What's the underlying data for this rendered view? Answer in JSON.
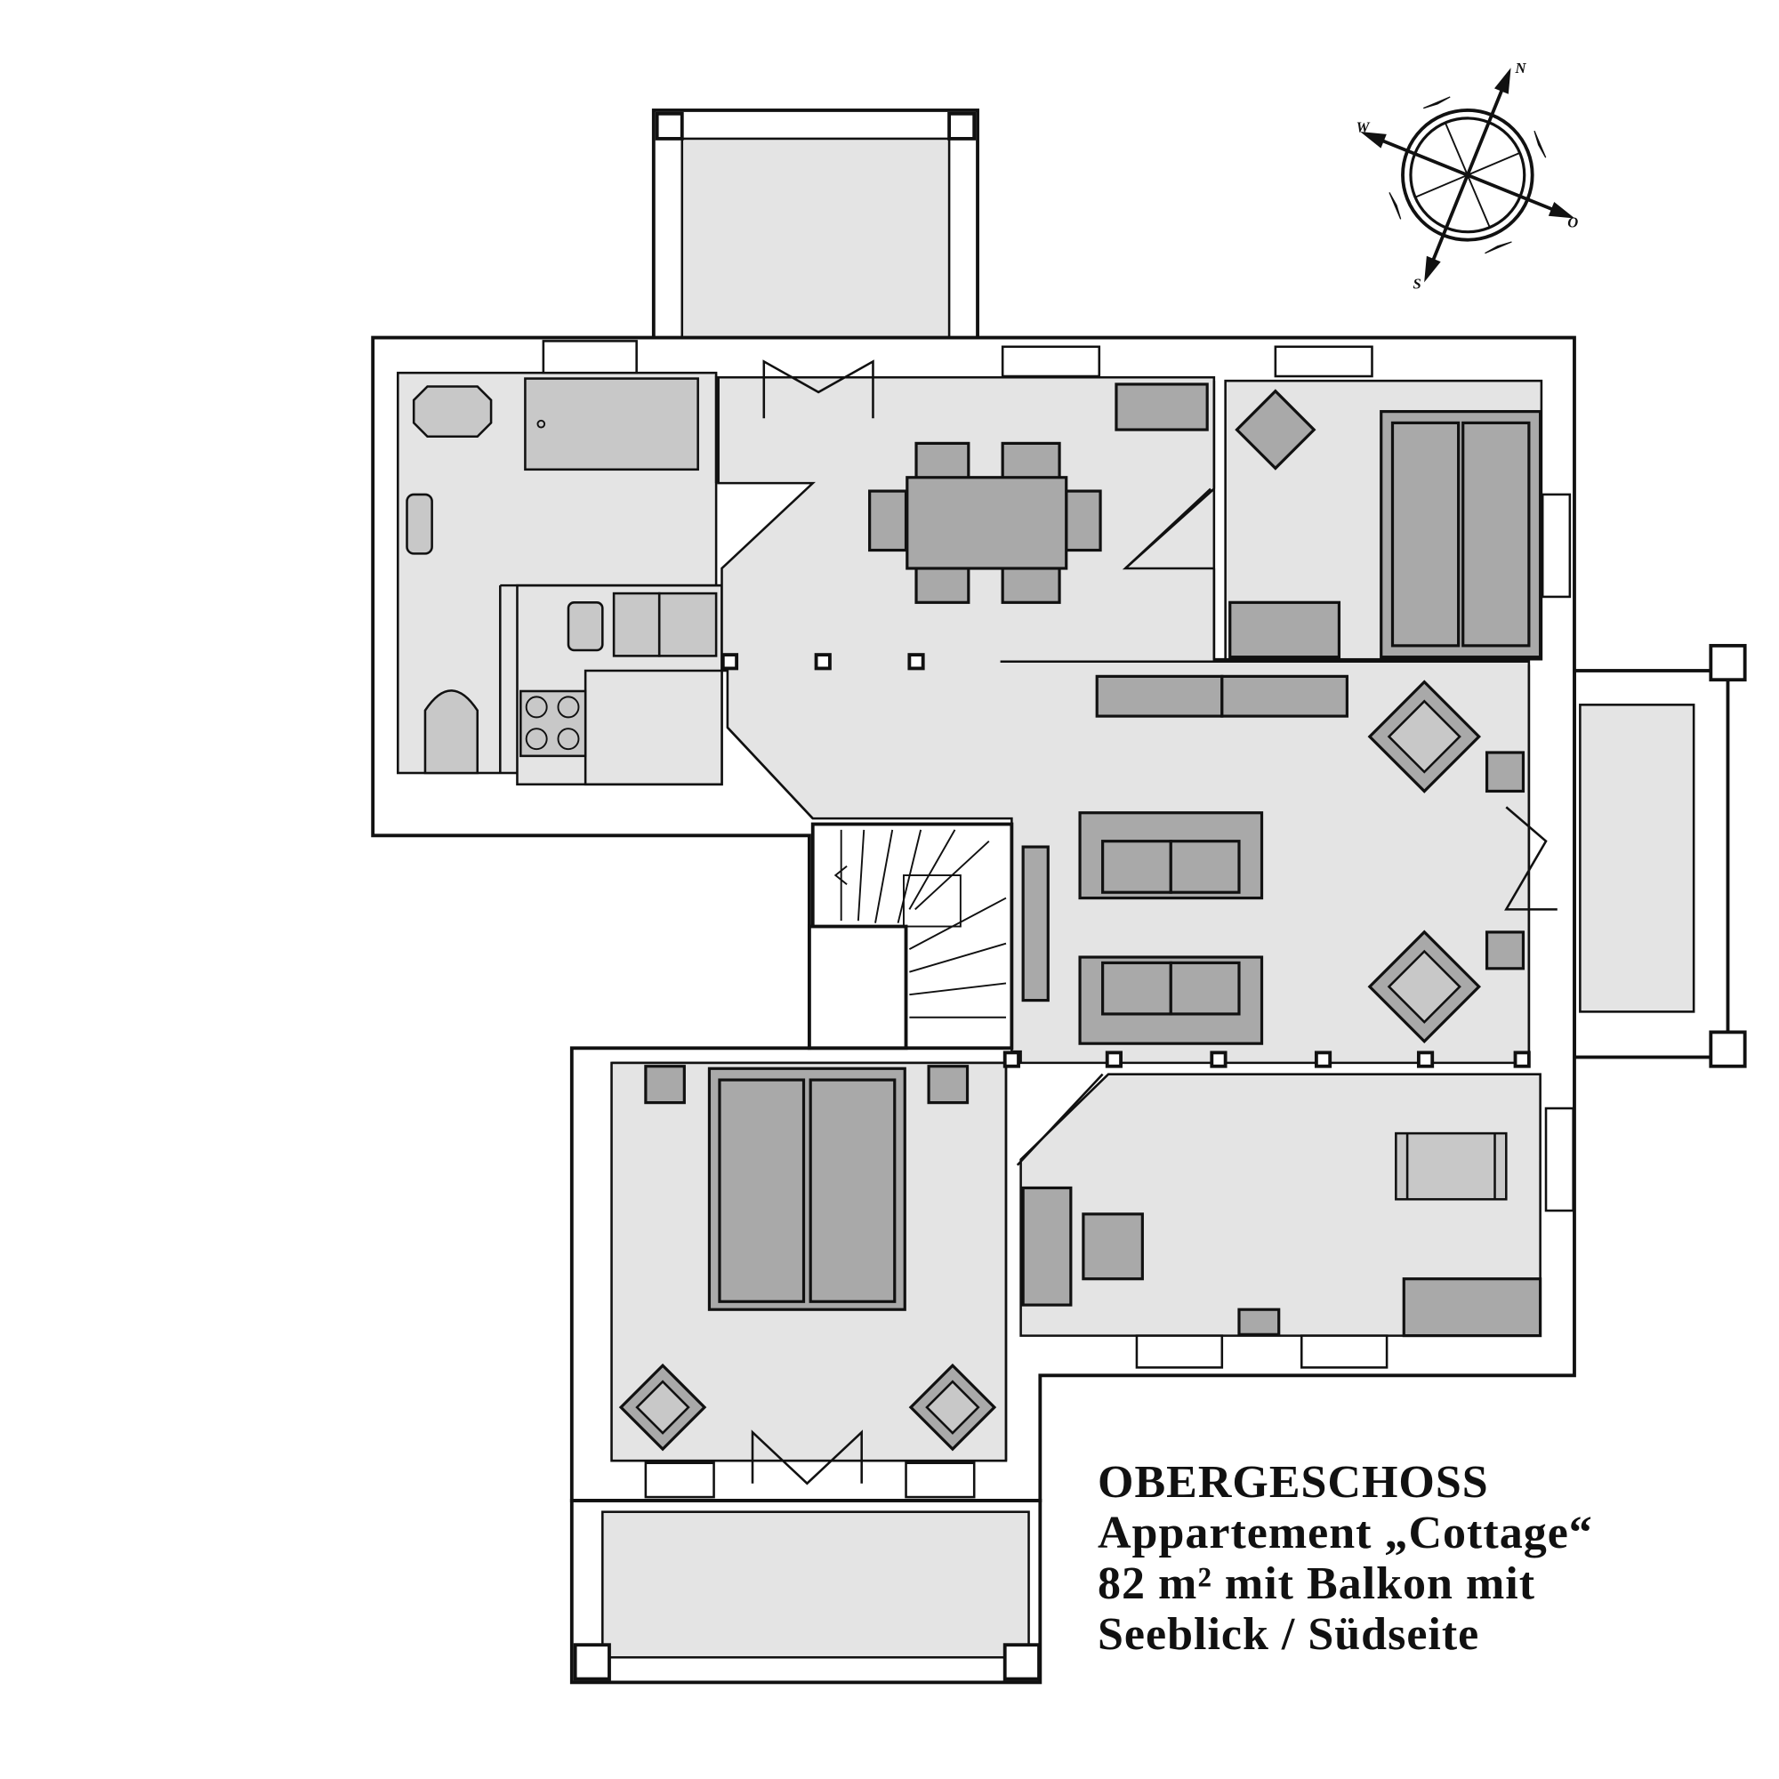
{
  "caption": {
    "line1": "OBERGESCHOSS",
    "line2": "Appartement „Cottage“",
    "line3": "82 m² mit Balkon mit",
    "line4": "Seeblick / Südseite"
  },
  "compass": {
    "north": "N",
    "west": "W",
    "east": "O",
    "south": "S"
  },
  "colors": {
    "floor": "#e4e4e4",
    "furniture": "#a9a9a9",
    "walls": "#111111"
  }
}
